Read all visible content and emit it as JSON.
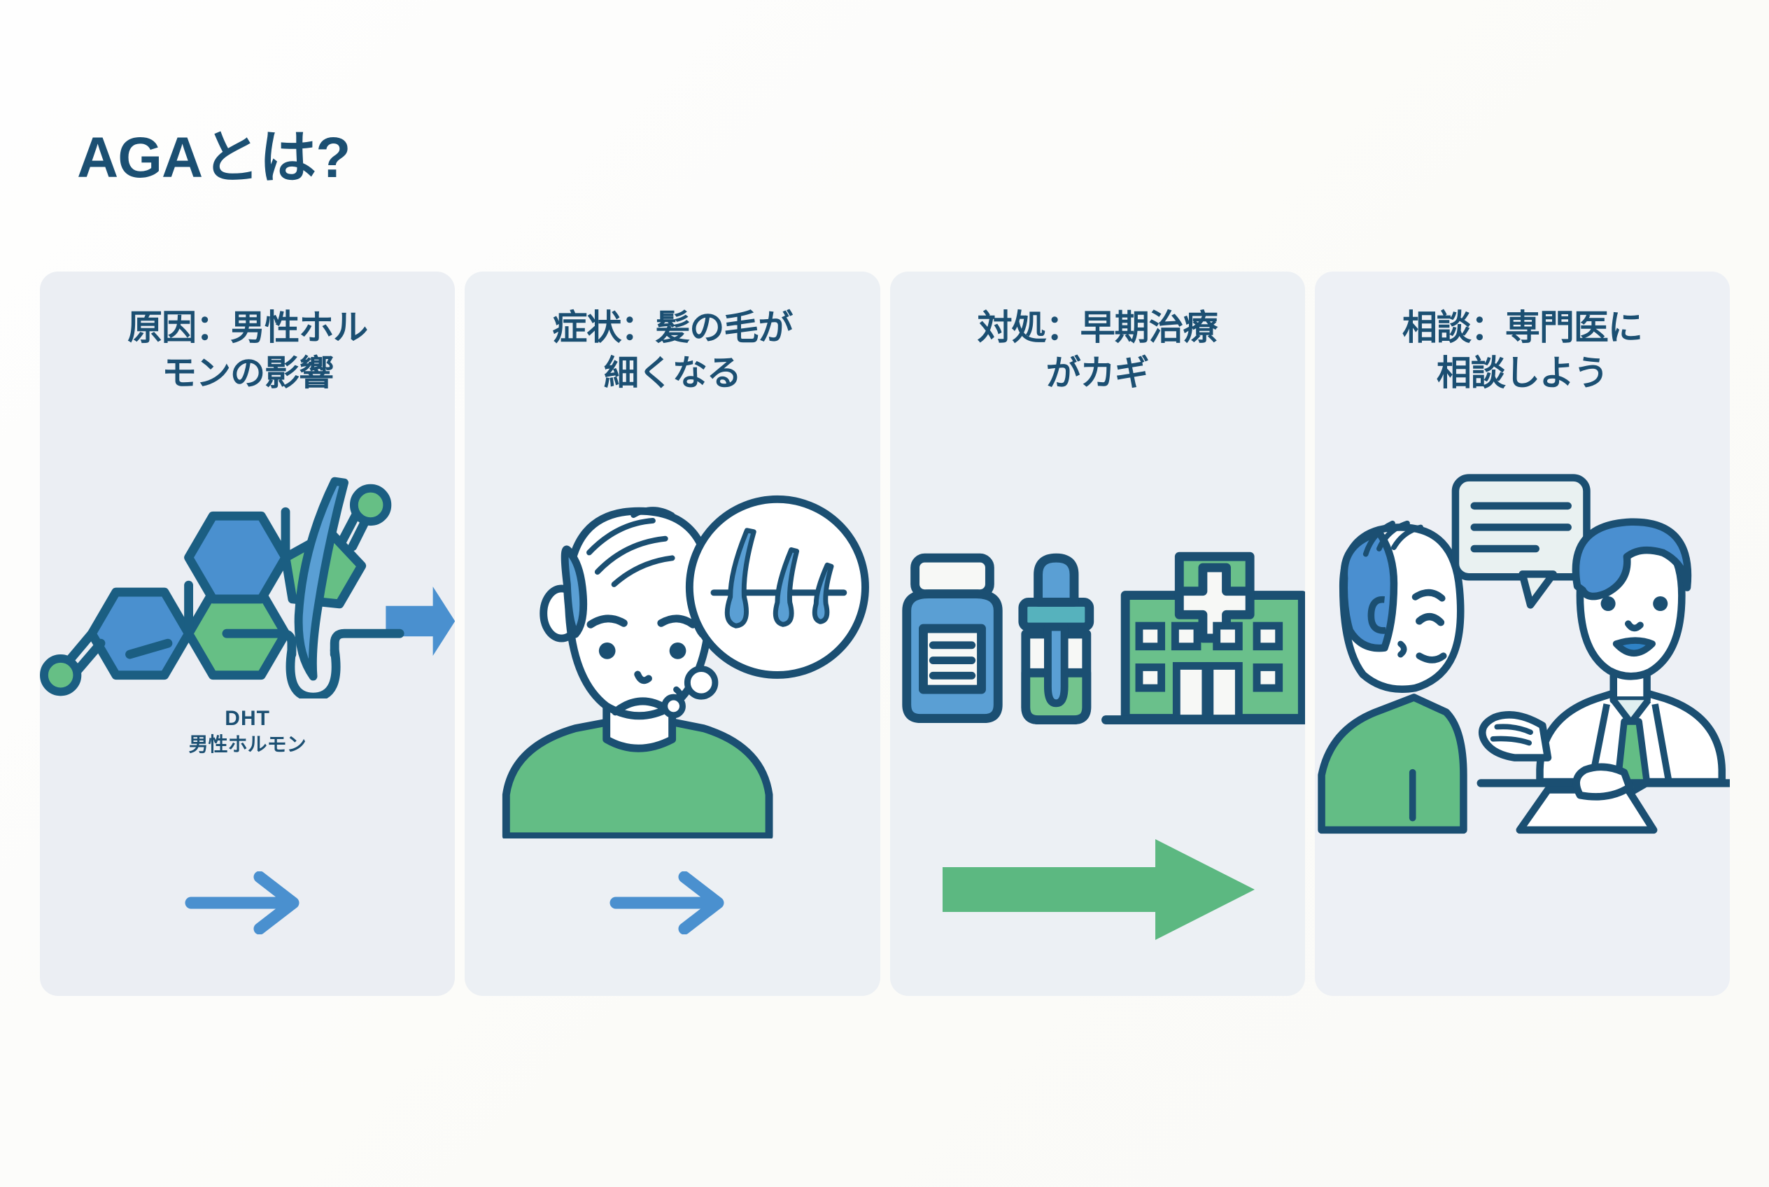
{
  "title": "AGAとは?",
  "colors": {
    "navy": "#1b4f72",
    "blue": "#4a90cf",
    "green": "#56b97e",
    "card_bg": "#ecf0f4",
    "page_bg": "#fdfdfb"
  },
  "cards": [
    {
      "id": "cause",
      "title_line1": "原因：男性ホル",
      "title_line2": "モンの影響",
      "illustration": "dht-molecule-to-hair-follicle",
      "caption_en": "DHT",
      "caption_jp": "男性ホルモン"
    },
    {
      "id": "symptom",
      "title_line1": "症状：髪の毛が",
      "title_line2": "細くなる",
      "illustration": "worried-man-with-thinning-hair-thought-bubble"
    },
    {
      "id": "treatment",
      "title_line1": "対処：早期治療",
      "title_line2": "がカギ",
      "illustration": "medicine-bottle-dropper-hospital"
    },
    {
      "id": "consult",
      "title_line1": "相談：専門医に",
      "title_line2": "相談しよう",
      "illustration": "patient-consulting-doctor"
    }
  ],
  "flow": {
    "arrow_style": "line-arrow-right",
    "arrow_color": "#4a90cf",
    "final_arrow_style": "solid-block-arrow-right",
    "final_arrow_color": "#56b97e"
  }
}
